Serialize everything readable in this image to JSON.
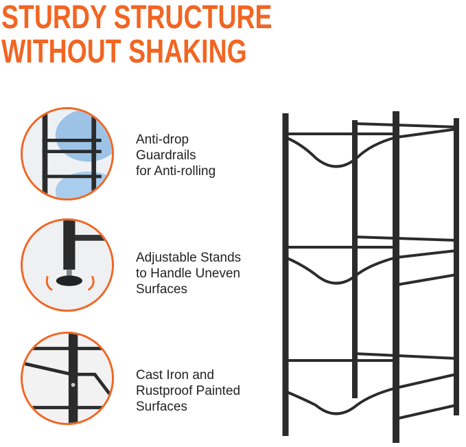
{
  "headline": {
    "line1": "STURDY STRUCTURE",
    "line2": "WITHOUT SHAKING"
  },
  "features": [
    {
      "icon": "guardrail-closeup",
      "lines": [
        "Anti-drop",
        "Guardrails",
        "for Anti-rolling"
      ]
    },
    {
      "icon": "adjustable-foot-closeup",
      "lines": [
        "Adjustable Stands",
        "to Handle Uneven",
        "Surfaces"
      ]
    },
    {
      "icon": "cast-iron-closeup",
      "lines": [
        "Cast Iron and",
        "Rustproof Painted",
        "Surfaces"
      ]
    }
  ],
  "colors": {
    "accent": "#f26522",
    "text": "#222222",
    "metal": "#2b2b2b"
  }
}
